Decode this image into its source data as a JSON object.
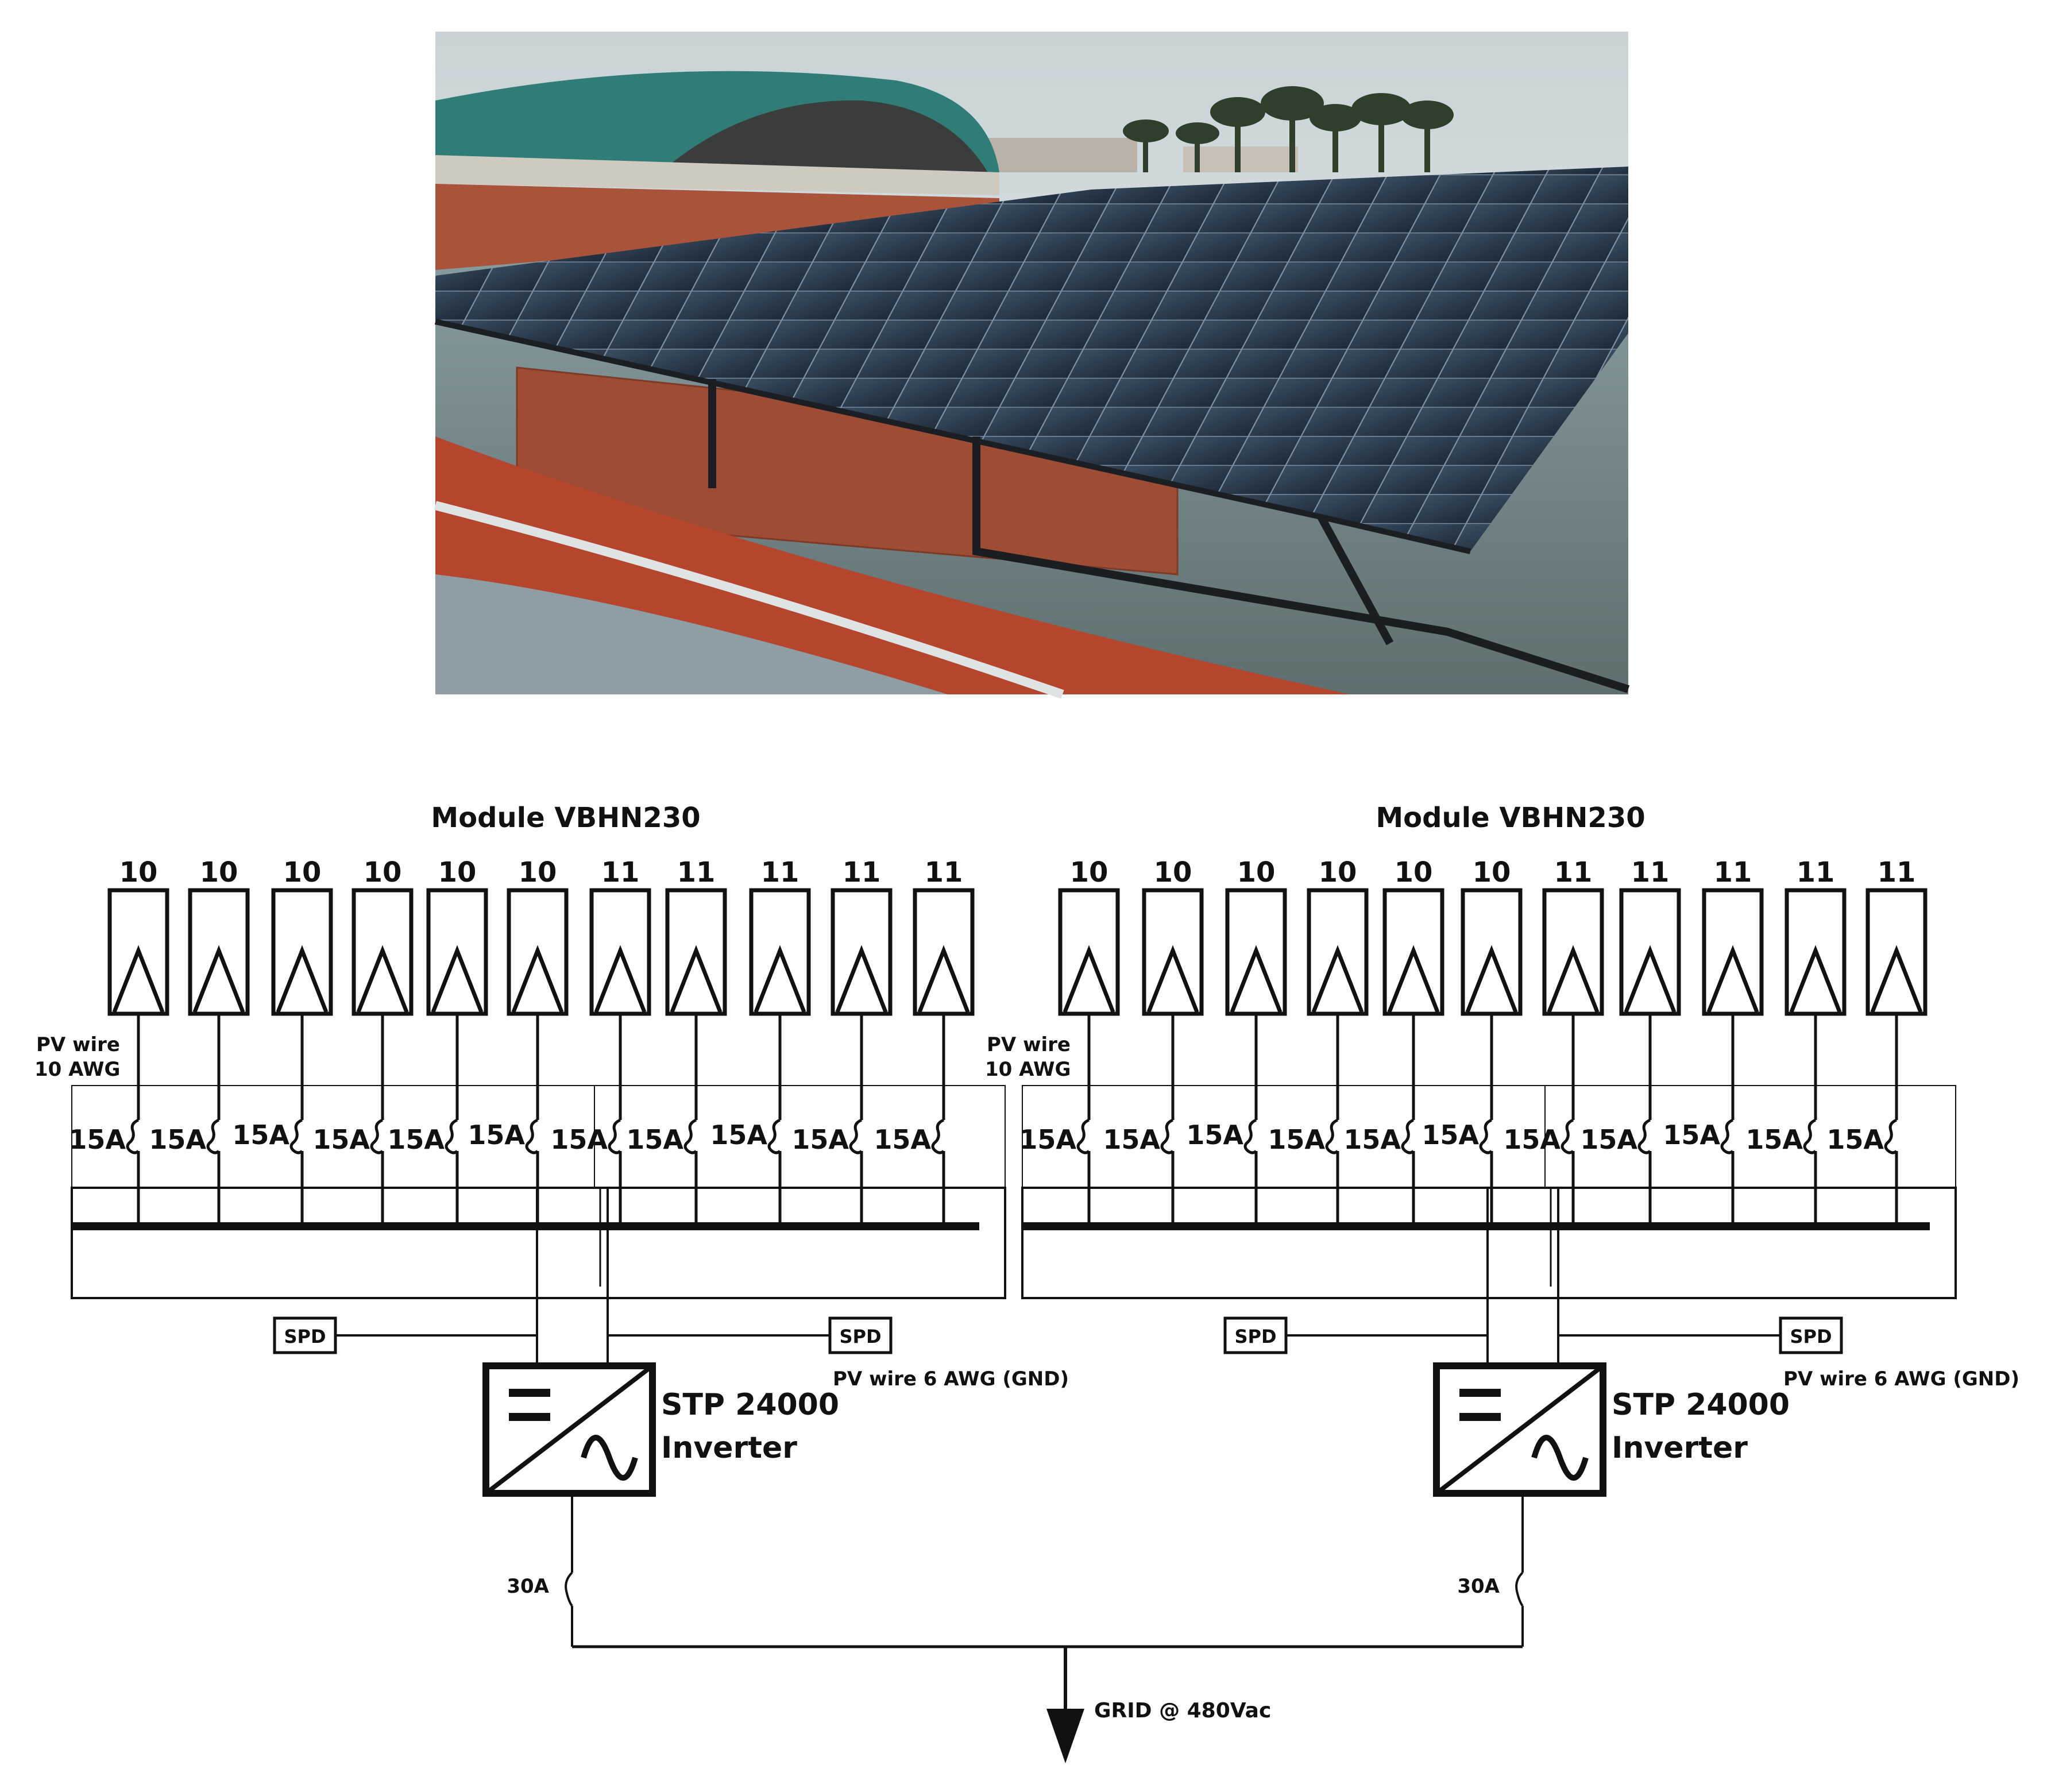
{
  "photo": {
    "subject": "rooftop-pv-array",
    "colors": {
      "sky": "#d9e1e4",
      "roof_green": "#2f7d76",
      "brick": "#a8533a",
      "panel": "#27384a",
      "parapet": "#b5452c"
    }
  },
  "subsystems": [
    {
      "module_label": "Module VBHN230",
      "string_counts": [
        "10",
        "10",
        "10",
        "10",
        "10",
        "10",
        "11",
        "11",
        "11",
        "11",
        "11"
      ],
      "fuse_labels": [
        "15A",
        "15A",
        "15A",
        "15A",
        "15A",
        "15A",
        "15A",
        "15A",
        "15A",
        "15A",
        "15A"
      ],
      "wire_label_line1": "PV wire",
      "wire_label_line2": "10 AWG",
      "spd_left": "SPD",
      "spd_right": "SPD",
      "ground_label": "PV wire 6 AWG (GND)",
      "inverter_line1": "STP 24000",
      "inverter_line2": "Inverter",
      "breaker_label": "30A"
    },
    {
      "module_label": "Module VBHN230",
      "string_counts": [
        "10",
        "10",
        "10",
        "10",
        "10",
        "10",
        "11",
        "11",
        "11",
        "11",
        "11"
      ],
      "fuse_labels": [
        "15A",
        "15A",
        "15A",
        "15A",
        "15A",
        "15A",
        "15A",
        "15A",
        "15A",
        "15A",
        "15A"
      ],
      "wire_label_line1": "PV wire",
      "wire_label_line2": "10 AWG",
      "spd_left": "SPD",
      "spd_right": "SPD",
      "ground_label": "PV wire 6 AWG (GND)",
      "inverter_line1": "STP 24000",
      "inverter_line2": "Inverter",
      "breaker_label": "30A"
    }
  ],
  "grid_label": "GRID @ 480Vac"
}
